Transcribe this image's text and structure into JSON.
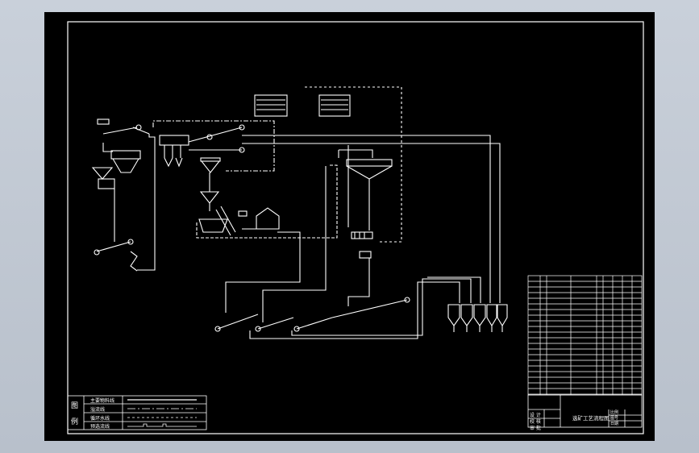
{
  "legend": {
    "title_chars": [
      "图",
      "例"
    ],
    "rows": [
      "主要物料线",
      "溢流线",
      "循环水线",
      "预选流线"
    ]
  },
  "title_block": {
    "drawing_title": "选矿工艺流程图",
    "row_labels": [
      "设 计",
      "校 核",
      "审 批"
    ],
    "right_labels": [
      "比例",
      "图号",
      "日期"
    ]
  }
}
